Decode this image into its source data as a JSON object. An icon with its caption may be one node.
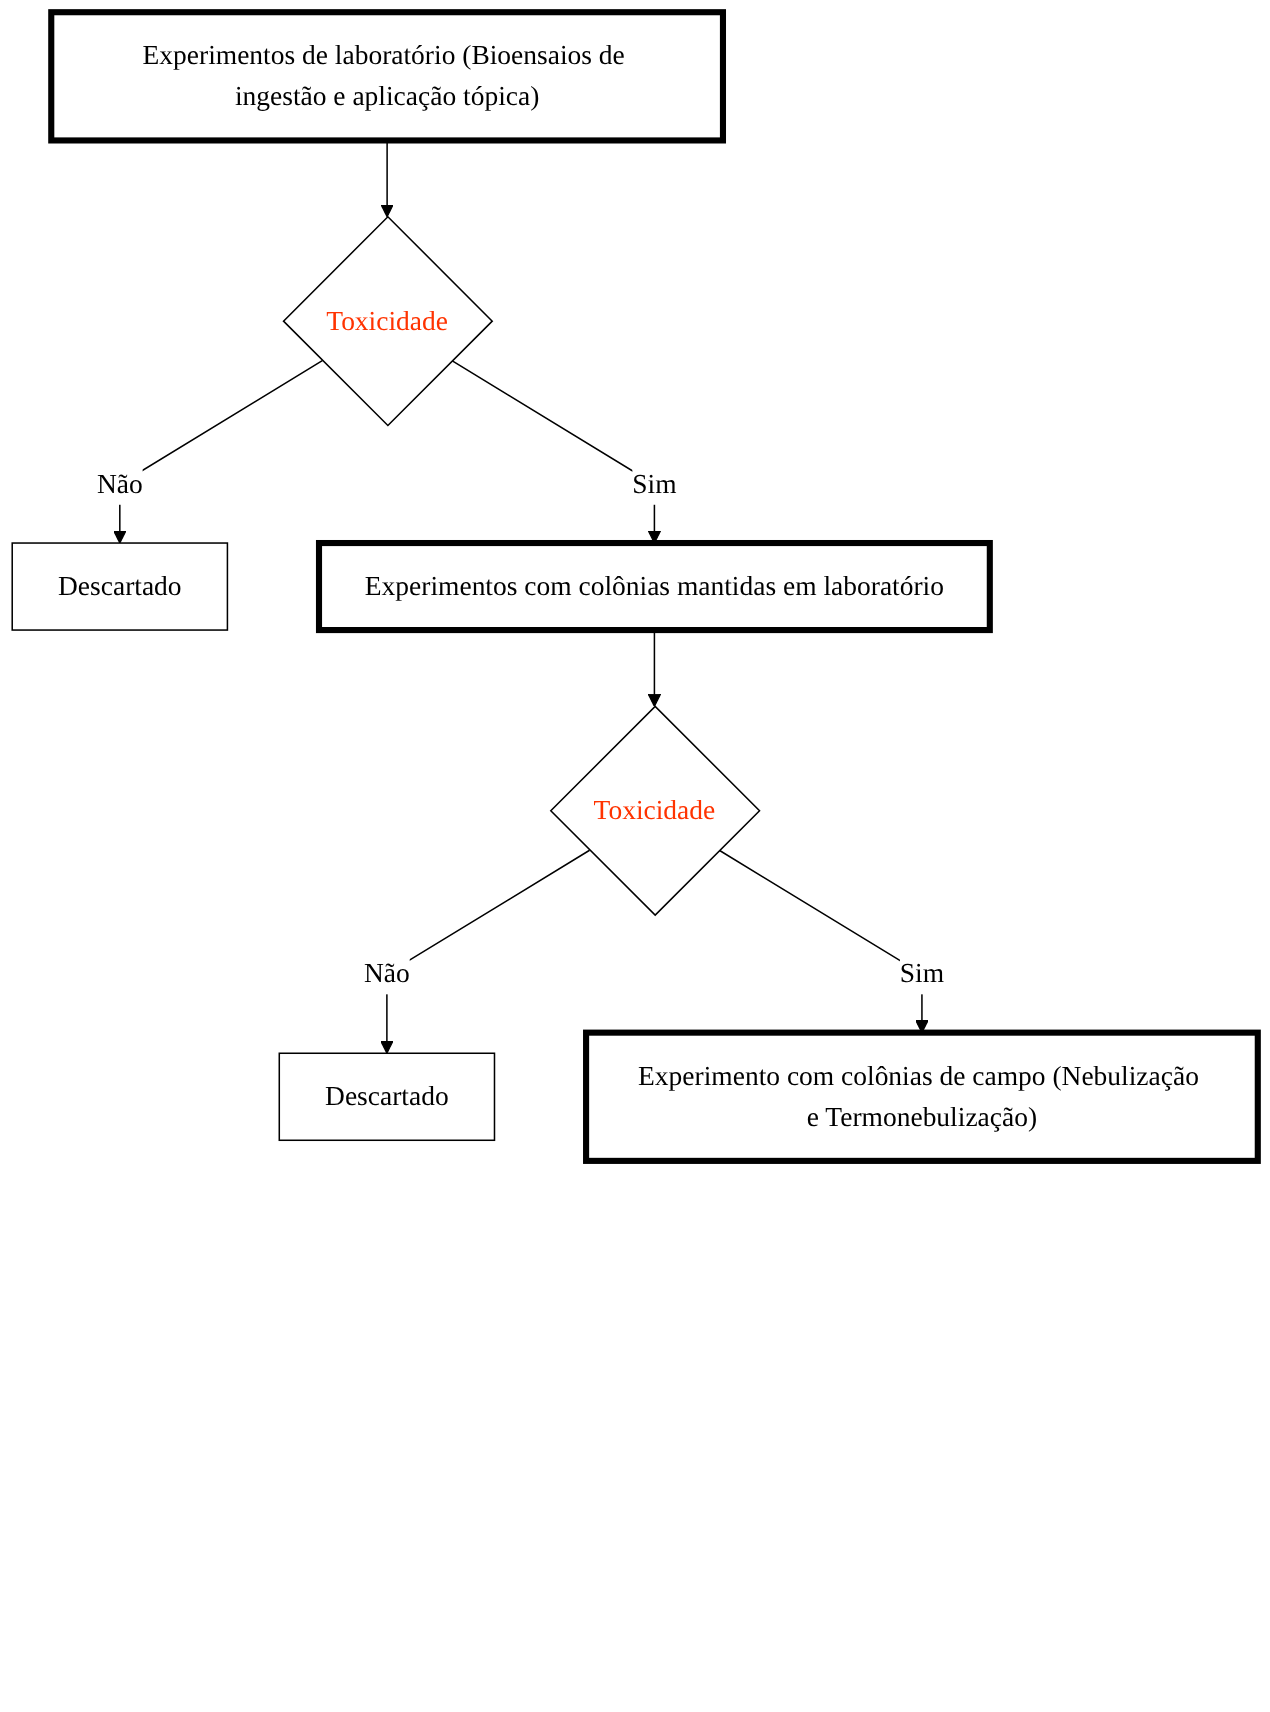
{
  "diagram": {
    "nodes": [
      {
        "text": [
          "Experimentos de laboratório (Bioensaios de ingestão e aplicação tópica)"
        ]
      },
      {
        "text": [
          "Toxicidade"
        ]
      },
      {
        "text": [
          "Descartado"
        ]
      },
      {
        "text": [
          "Experimentos com colônias mantidas em laboratório"
        ]
      },
      {
        "text": [
          "Toxicidade"
        ]
      },
      {
        "text": [
          "Descartado"
        ]
      },
      {
        "text": [
          "Experimento com colônias de campo (Nebulização e Termonebulização)"
        ]
      }
    ],
    "edges": [
      {
        "from": 0,
        "to": 1,
        "arrow": "to"
      },
      {
        "from": 1,
        "to": 2,
        "arrow": "to",
        "label": "Não"
      },
      {
        "from": 1,
        "to": 3,
        "arrow": "to",
        "label": "Sim"
      },
      {
        "from": 3,
        "to": 4,
        "arrow": "to"
      },
      {
        "from": 4,
        "to": 5,
        "arrow": "to",
        "label": "Não"
      },
      {
        "from": 4,
        "to": 6,
        "arrow": "to",
        "label": "Sim"
      }
    ]
  }
}
